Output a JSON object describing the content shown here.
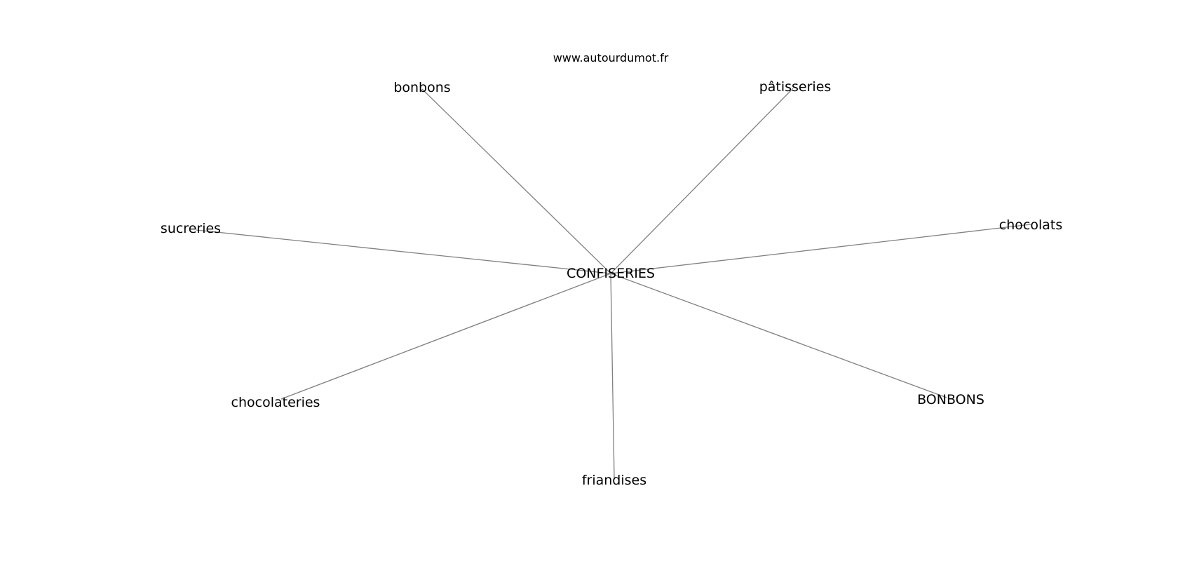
{
  "source": "www.autourdumot.fr",
  "center": {
    "label": "CONFISERIES"
  },
  "nodes": [
    {
      "label": "bonbons"
    },
    {
      "label": "pâtisseries"
    },
    {
      "label": "sucreries"
    },
    {
      "label": "chocolats"
    },
    {
      "label": "chocolateries"
    },
    {
      "label": "BONBONS"
    },
    {
      "label": "friandises"
    }
  ],
  "colors": {
    "edge": "#808080",
    "text": "#000000",
    "background": "#ffffff"
  }
}
